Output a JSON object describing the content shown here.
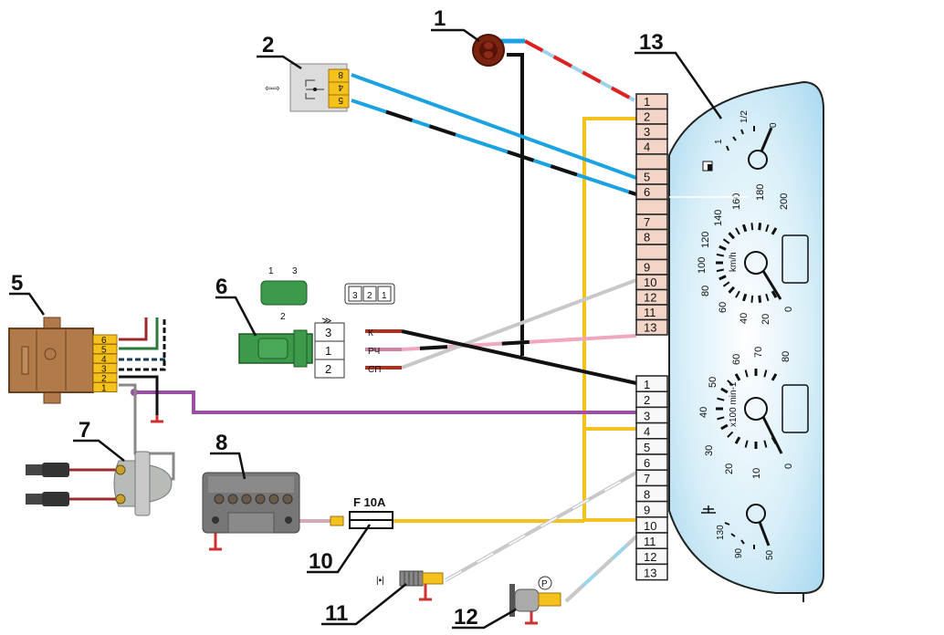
{
  "diagram": {
    "title": "Instrument cluster wiring diagram",
    "callouts": [
      {
        "id": "1",
        "label": "1",
        "component": "oil pressure warning sensor"
      },
      {
        "id": "2",
        "label": "2",
        "component": "brake fluid level / switch connector"
      },
      {
        "id": "5",
        "label": "5",
        "component": "relay-breaker unit"
      },
      {
        "id": "6",
        "label": "6",
        "component": "speed sensor"
      },
      {
        "id": "7",
        "label": "7",
        "component": "ignition coil"
      },
      {
        "id": "8",
        "label": "8",
        "component": "fuse / battery block"
      },
      {
        "id": "10",
        "label": "10",
        "component": "fuse"
      },
      {
        "id": "11",
        "label": "11",
        "component": "coolant temperature sensor"
      },
      {
        "id": "12",
        "label": "12",
        "component": "parking brake switch"
      },
      {
        "id": "13",
        "label": "13",
        "component": "instrument cluster"
      }
    ],
    "connector_2_pins": [
      "8",
      "4",
      "5"
    ],
    "connector_5_pins": [
      "6",
      "5",
      "4",
      "3",
      "2",
      "1"
    ],
    "sensor_6": {
      "plug_pins_top": [
        "1",
        "3"
      ],
      "plug_pin_bottom": "2",
      "socket_pins": [
        "3",
        "2",
        "1"
      ],
      "terminals": [
        {
          "pin": "3",
          "wire_code": "К"
        },
        {
          "pin": "1",
          "wire_code": "РЧ"
        },
        {
          "pin": "2",
          "wire_code": "СП"
        }
      ]
    },
    "fuse_label": "F 10A",
    "sensor_12_symbol": "P",
    "cluster_connector_upper": [
      "1",
      "2",
      "3",
      "4",
      "",
      "5",
      "6",
      "",
      "7",
      "8",
      "",
      "9",
      "10",
      "12",
      "11",
      "13"
    ],
    "cluster_connector_lower": [
      "1",
      "2",
      "3",
      "4",
      "5",
      "6",
      "7",
      "8",
      "9",
      "10",
      "11",
      "12",
      "13"
    ],
    "gauges": {
      "fuel": {
        "labels": [
          "1",
          "1/2",
          "0"
        ]
      },
      "speedometer": {
        "unit": "km/h",
        "labels": [
          "0",
          "20",
          "40",
          "60",
          "80",
          "100",
          "120",
          "140",
          "160",
          "180",
          "200"
        ]
      },
      "tachometer": {
        "unit": "x100 min-1",
        "labels": [
          "0",
          "10",
          "20",
          "30",
          "40",
          "50",
          "60",
          "70",
          "80"
        ]
      },
      "temperature": {
        "labels": [
          "50",
          "90",
          "130"
        ]
      }
    }
  },
  "colors": {
    "yellow_wire": "#f5c21b",
    "blue_wire": "#1aa3e0",
    "light_blue_wire": "#9ed3ea",
    "red_wire": "#e02020",
    "purple_wire": "#9b4fa3",
    "pink_wire": "#f0a8c0",
    "grey_wire": "#c8c8c8",
    "black_wire": "#111111",
    "connector_fill": "#f3d5c8",
    "cluster_fill": "#cfeaf6"
  }
}
